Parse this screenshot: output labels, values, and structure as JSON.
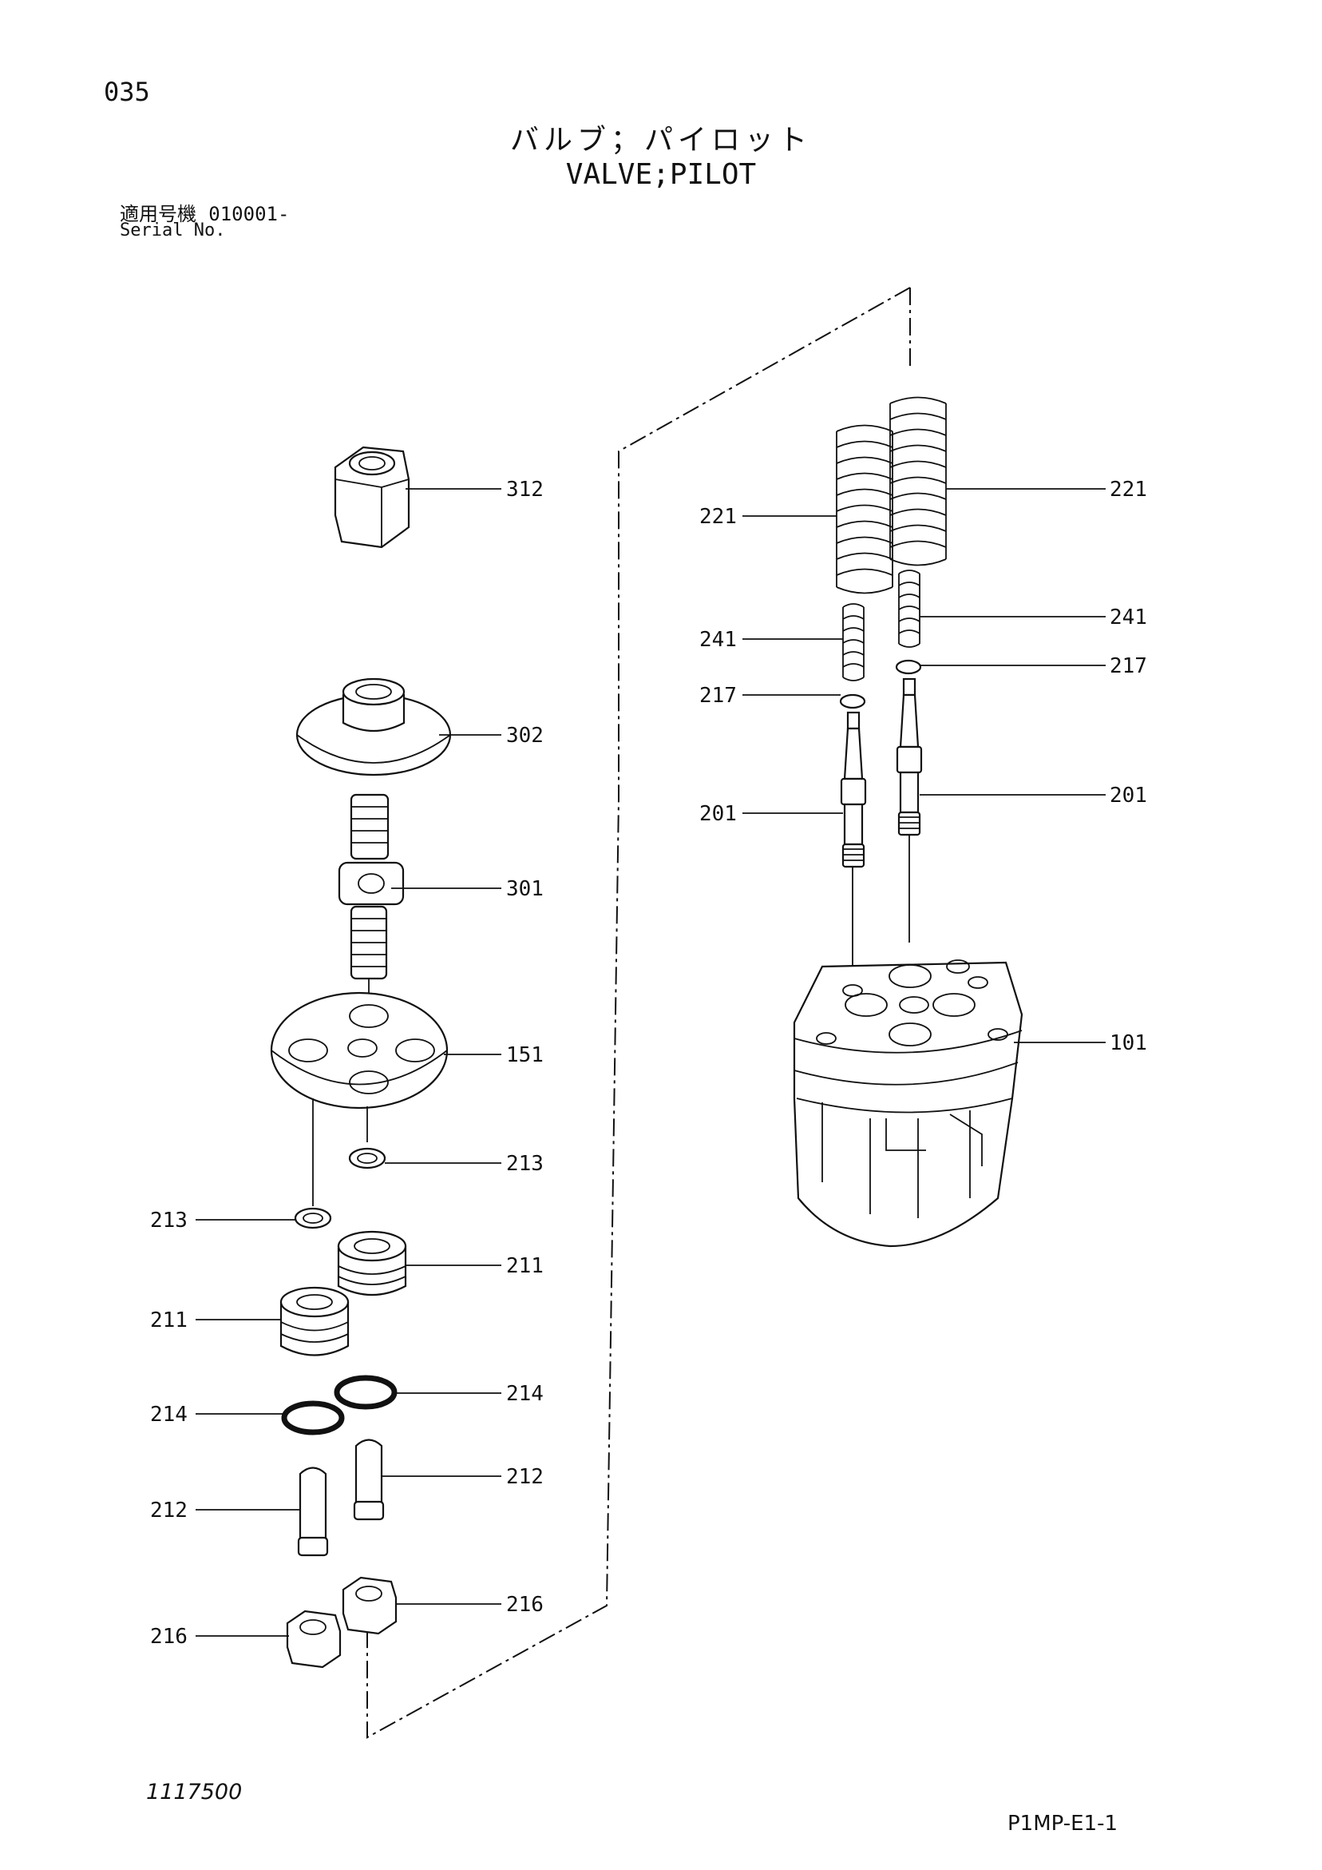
{
  "header": {
    "page_number": "035",
    "title_jp": "バルブ；パイロット",
    "title_en": "VALVE;PILOT",
    "serial_label_jp": "適用号機",
    "serial_value": "010001-",
    "serial_label_en": "Serial No."
  },
  "footer": {
    "reference_number": "1117500",
    "diagram_code": "P1MP-E1-1"
  },
  "callouts": [
    {
      "id": "c312",
      "label": "312"
    },
    {
      "id": "c302",
      "label": "302"
    },
    {
      "id": "c301",
      "label": "301"
    },
    {
      "id": "c151",
      "label": "151"
    },
    {
      "id": "c213r",
      "label": "213"
    },
    {
      "id": "c213l",
      "label": "213"
    },
    {
      "id": "c211r",
      "label": "211"
    },
    {
      "id": "c211l",
      "label": "211"
    },
    {
      "id": "c214r",
      "label": "214"
    },
    {
      "id": "c214l",
      "label": "214"
    },
    {
      "id": "c212r",
      "label": "212"
    },
    {
      "id": "c212l",
      "label": "212"
    },
    {
      "id": "c216r",
      "label": "216"
    },
    {
      "id": "c216l",
      "label": "216"
    },
    {
      "id": "c221l",
      "label": "221"
    },
    {
      "id": "c221r",
      "label": "221"
    },
    {
      "id": "c241l",
      "label": "241"
    },
    {
      "id": "c241r",
      "label": "241"
    },
    {
      "id": "c217l",
      "label": "217"
    },
    {
      "id": "c217r",
      "label": "217"
    },
    {
      "id": "c201l",
      "label": "201"
    },
    {
      "id": "c201r",
      "label": "201"
    },
    {
      "id": "c101",
      "label": "101"
    }
  ]
}
